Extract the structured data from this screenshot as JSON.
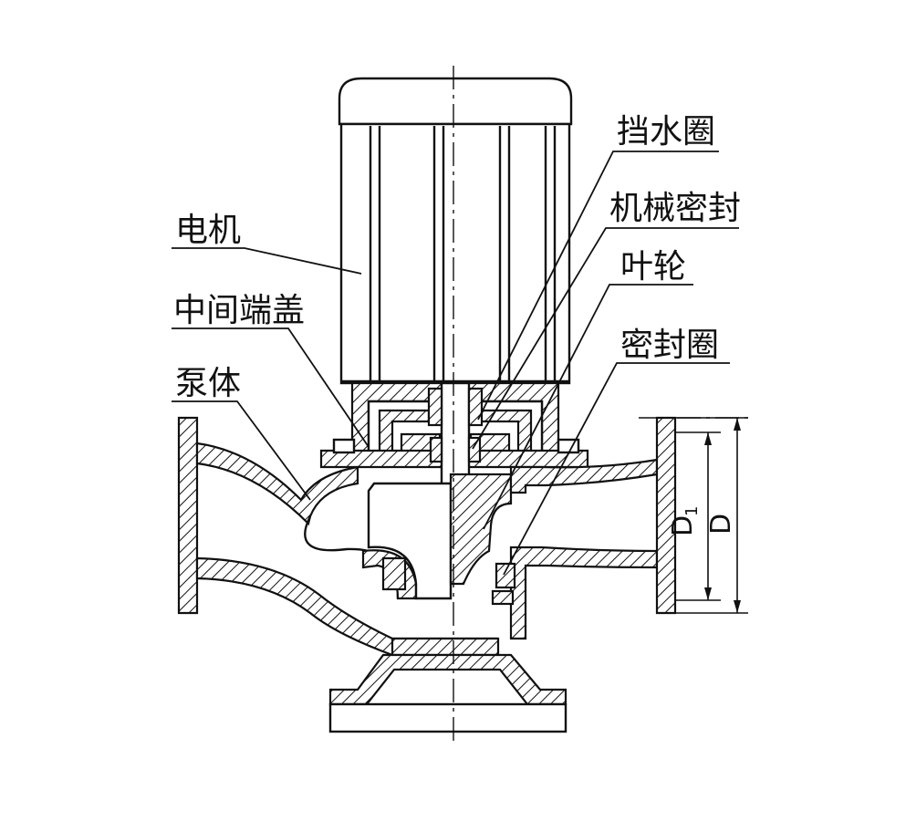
{
  "labels": {
    "motor": "电机",
    "middle_cover": "中间端盖",
    "pump_body": "泵体",
    "water_ring": "挡水圈",
    "mech_seal": "机械密封",
    "impeller": "叶轮",
    "seal_ring": "密封圈"
  },
  "dimensions": {
    "d1_main": "D",
    "d1_sub": "1",
    "d": "D"
  },
  "colors": {
    "ink": "#111111",
    "paper": "#ffffff"
  }
}
